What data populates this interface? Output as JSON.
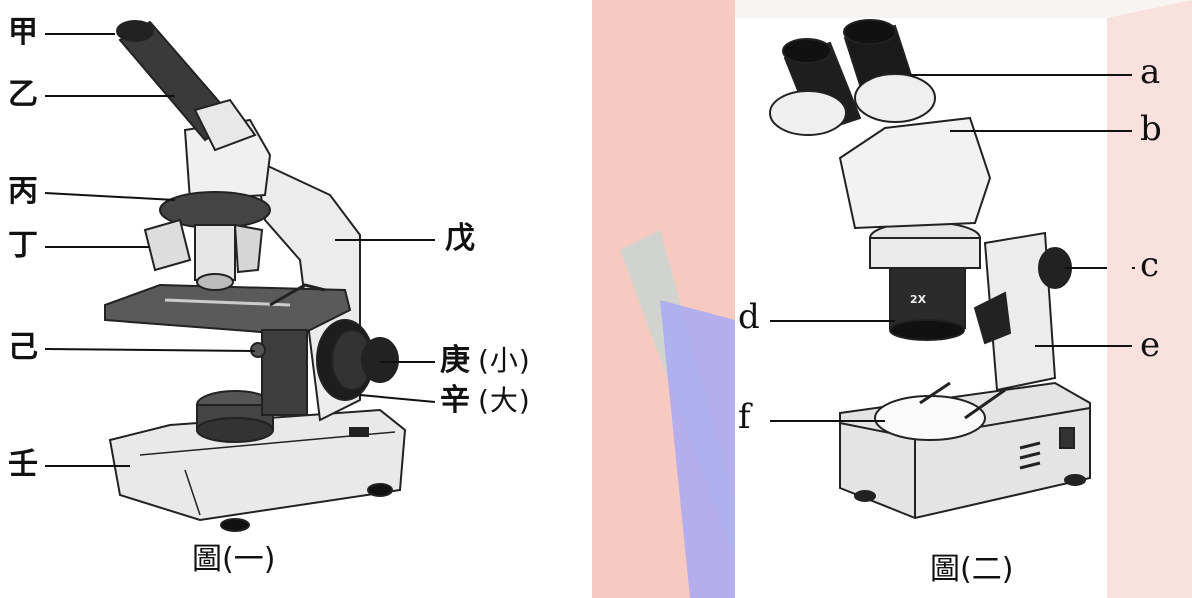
{
  "figure_one": {
    "caption": "圖(一)",
    "labels": {
      "jia": "甲",
      "yi": "乙",
      "bing": "丙",
      "ding": "丁",
      "wu": "戊",
      "ji": "己",
      "geng": "庚",
      "geng_note": "(小)",
      "xin": "辛",
      "xin_note": "(大)",
      "ren": "壬"
    }
  },
  "figure_two": {
    "caption": "圖(二)",
    "labels": {
      "a": "a",
      "b": "b",
      "c": "c",
      "d": "d",
      "e": "e",
      "f": "f"
    },
    "objective_marking": "2X"
  },
  "colors": {
    "background_red": "#f8b7ab",
    "background_blue": "#a9a9f3",
    "background_gray": "#cfd6d1",
    "ink": "#111111"
  }
}
